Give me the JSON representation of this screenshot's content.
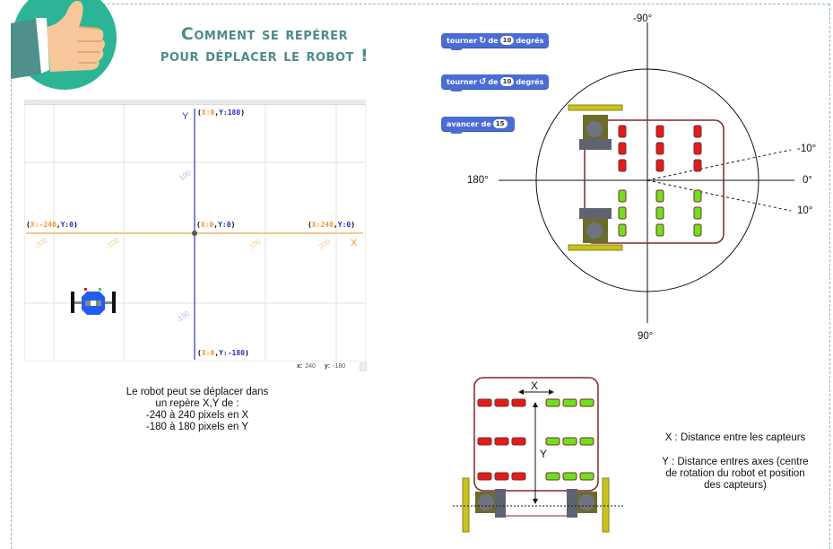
{
  "header": {
    "title_line1": "Comment se repérer",
    "title_line2": "pour déplacer le robot !",
    "badge_icon": "thumbs-up-icon"
  },
  "stage": {
    "axis_x_label": "X",
    "axis_y_label": "Y",
    "x_range": [
      -240,
      240
    ],
    "y_range": [
      -180,
      180
    ],
    "x_ticks": [
      "-200",
      "-100",
      "100",
      "200"
    ],
    "y_ticks": [
      "100",
      "-100"
    ],
    "points": [
      {
        "name": "top",
        "x_text": "X:0",
        "y_text": "Y:180"
      },
      {
        "name": "origin",
        "x_text": "X:0",
        "y_text": "Y:0"
      },
      {
        "name": "left",
        "x_text": "X:-240",
        "y_text": "Y:0"
      },
      {
        "name": "right",
        "x_text": "X:240",
        "y_text": "Y:0"
      },
      {
        "name": "bottom",
        "x_text": "X:0",
        "y_text": "Y:-180"
      }
    ],
    "readout": {
      "x_label": "x:",
      "x_value": "240",
      "y_label": "y:",
      "y_value": "-180"
    },
    "sprite": "robot-sprite"
  },
  "caption_left": {
    "line1": "Le robot peut se déplacer dans",
    "line2": "un repère X,Y de :",
    "line3": "-240 à 240 pixels en X",
    "line4": "-180 à 180 pixels en Y"
  },
  "blocks": [
    {
      "pre": "tourner",
      "icon": "↻",
      "mid": "de",
      "value": "10",
      "post": "degrés",
      "icon_name": "turn-clockwise-icon"
    },
    {
      "pre": "tourner",
      "icon": "↺",
      "mid": "de",
      "value": "10",
      "post": "degrés",
      "icon_name": "turn-counterclockwise-icon"
    },
    {
      "pre": "avancer de",
      "value": "15"
    }
  ],
  "angles": {
    "top": "-90°",
    "bottom": "90°",
    "left": "180°",
    "right": "0°",
    "up_dashed": "-10°",
    "down_dashed": "10°"
  },
  "sensor_colors": {
    "left_sensors": "#e31b1b",
    "right_sensors": "#6fe01e",
    "chassis": "#7a2a2a",
    "wheel": "#c8c21e"
  },
  "diagram2": {
    "x_label": "X",
    "y_label": "Y"
  },
  "legend": {
    "x_line": "X : Distance entre les capteurs",
    "y_line1": "Y : Distance entres axes (centre",
    "y_line2": "de rotation du robot et position",
    "y_line3": "des capteurs)"
  }
}
